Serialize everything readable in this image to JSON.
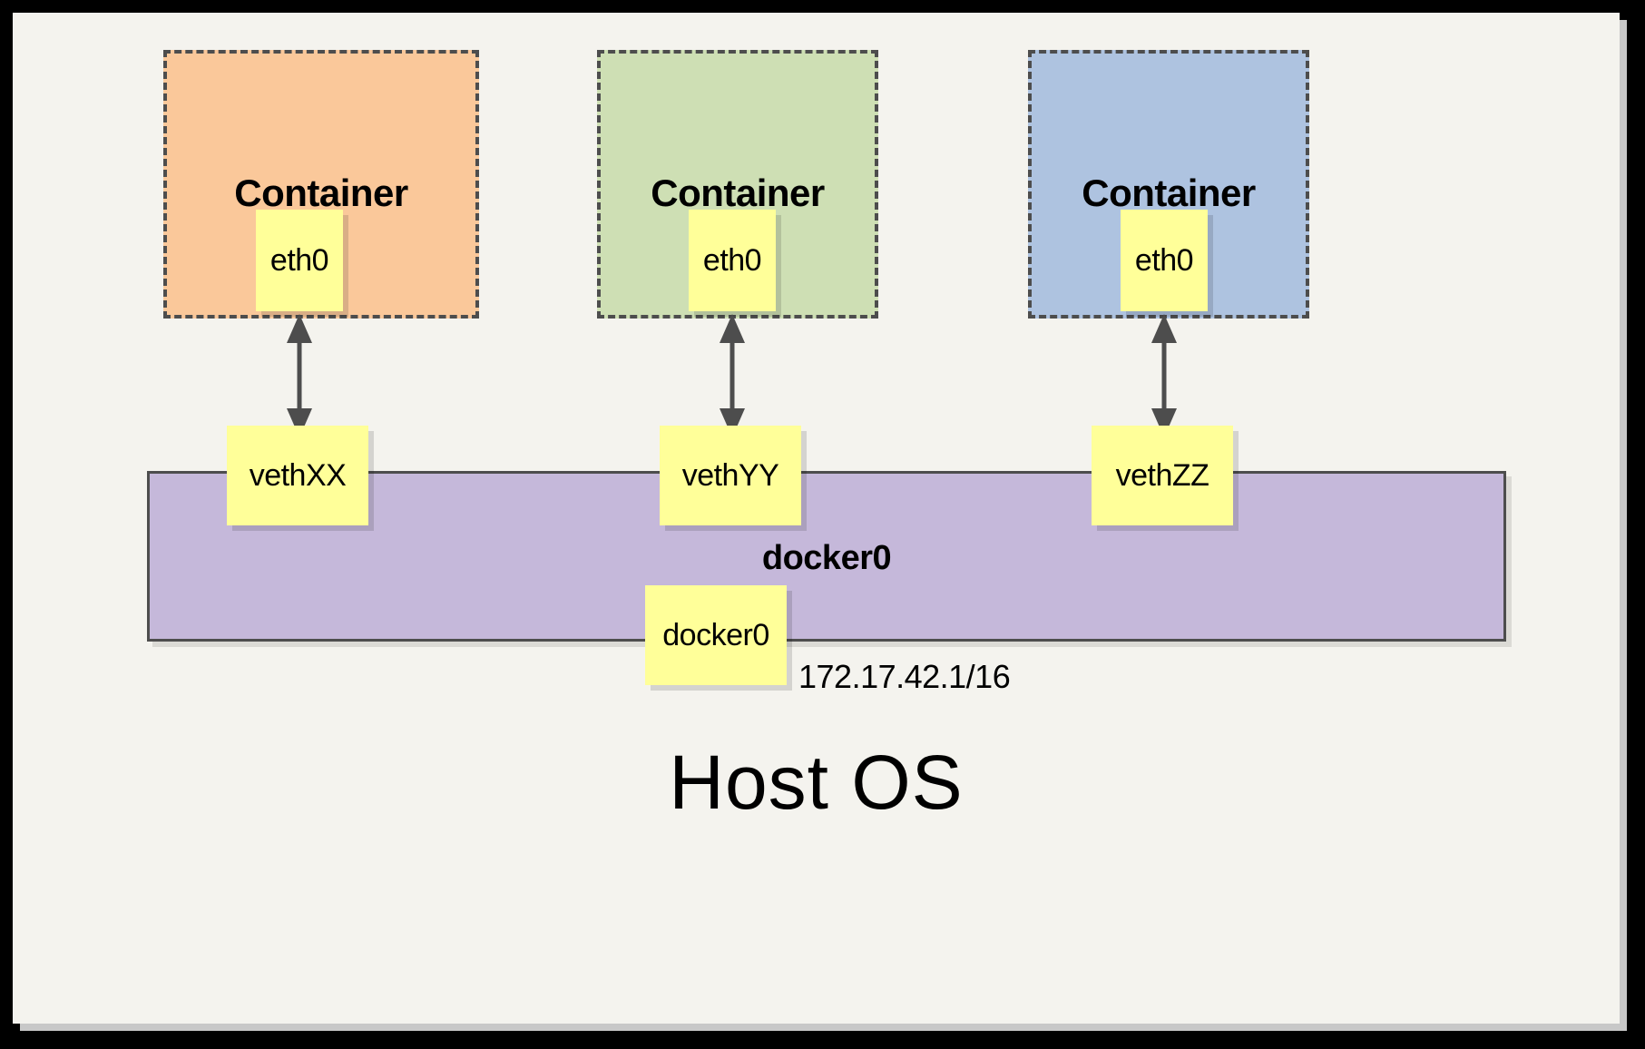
{
  "diagram": {
    "title_text": "Host OS",
    "bridge": {
      "label": "docker0",
      "note_label": "docker0",
      "ip_label": "172.17.42.1/16",
      "fill_color": "#c5b8da",
      "border_color": "#4d4d4d"
    },
    "note_color": "#ffff99",
    "background_color": "#f4f3ee",
    "frame_color": "#000000",
    "containers": [
      {
        "id": "container-1",
        "title": "Container",
        "interface_label": "eth0",
        "veth_label": "vethXX",
        "fill_color": "#fac89a",
        "border_color": "#4d4d4d"
      },
      {
        "id": "container-2",
        "title": "Container",
        "interface_label": "eth0",
        "veth_label": "vethYY",
        "fill_color": "#cedfb4",
        "border_color": "#4d4d4d"
      },
      {
        "id": "container-3",
        "title": "Container",
        "interface_label": "eth0",
        "veth_label": "vethZZ",
        "fill_color": "#aec3e0",
        "border_color": "#4d4d4d"
      }
    ]
  }
}
